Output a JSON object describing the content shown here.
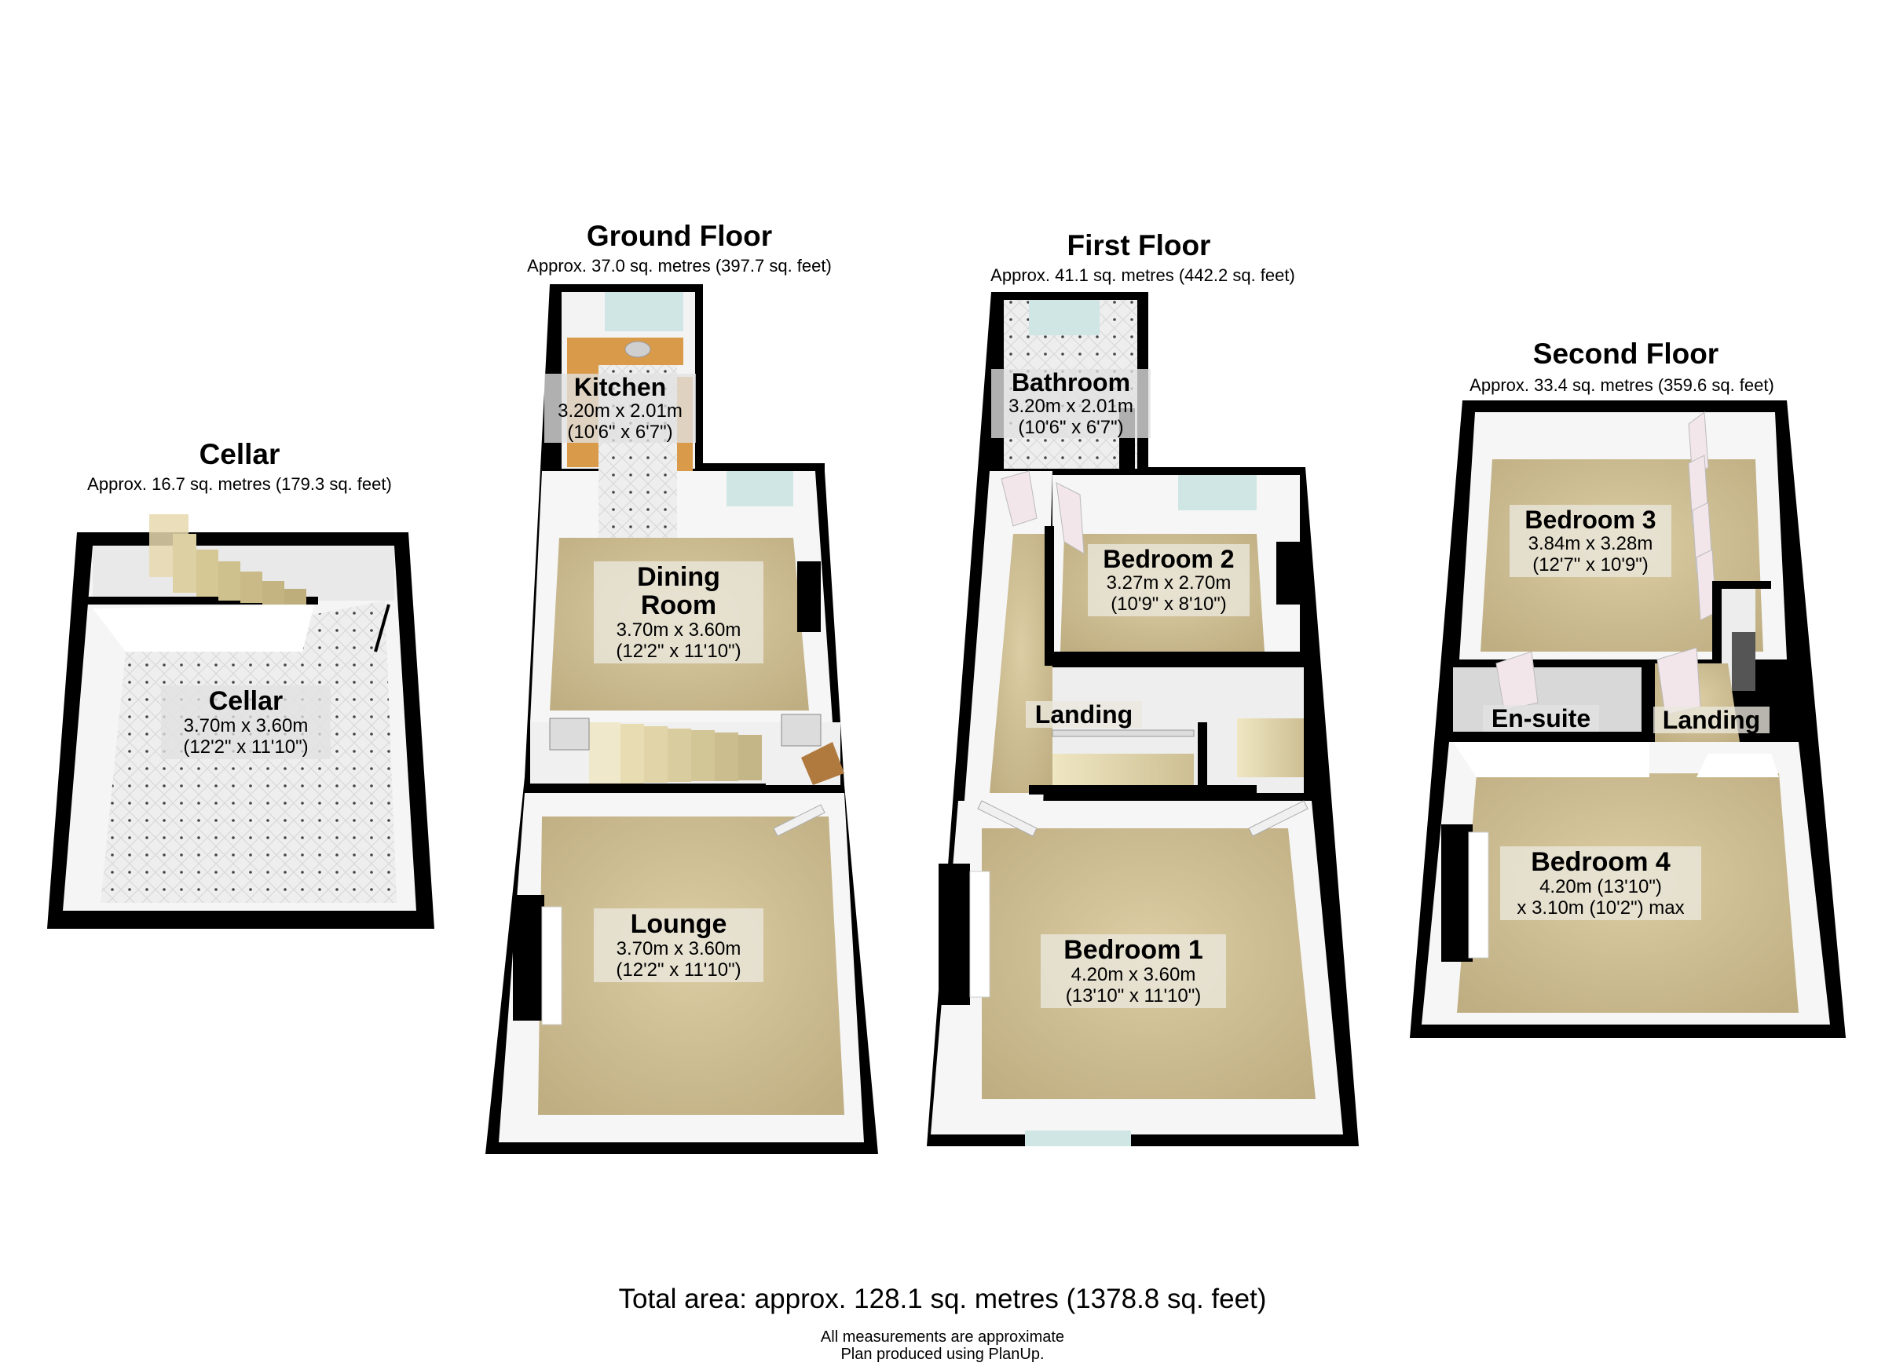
{
  "floors": {
    "cellar": {
      "title": "Cellar",
      "area": "Approx. 16.7 sq. metres (179.3 sq. feet)",
      "rooms": [
        {
          "name": "Cellar",
          "dim_metric": "3.70m x 3.60m",
          "dim_imperial": "(12'2\" x 11'10\")"
        }
      ]
    },
    "ground": {
      "title": "Ground Floor",
      "area": "Approx. 37.0 sq. metres (397.7 sq. feet)",
      "rooms": [
        {
          "name": "Kitchen",
          "dim_metric": "3.20m x 2.01m",
          "dim_imperial": "(10'6\" x 6'7\")"
        },
        {
          "name_line1": "Dining",
          "name_line2": "Room",
          "dim_metric": "3.70m x 3.60m",
          "dim_imperial": "(12'2\" x 11'10\")"
        },
        {
          "name": "Lounge",
          "dim_metric": "3.70m x 3.60m",
          "dim_imperial": "(12'2\" x 11'10\")"
        }
      ]
    },
    "first": {
      "title": "First Floor",
      "area": "Approx. 41.1 sq. metres (442.2 sq. feet)",
      "rooms": [
        {
          "name": "Bathroom",
          "dim_metric": "3.20m x 2.01m",
          "dim_imperial": "(10'6\" x 6'7\")"
        },
        {
          "name": "Bedroom 2",
          "dim_metric": "3.27m x 2.70m",
          "dim_imperial": "(10'9\" x 8'10\")"
        },
        {
          "name": "Landing"
        },
        {
          "name": "Bedroom 1",
          "dim_metric": "4.20m x 3.60m",
          "dim_imperial": "(13'10\" x 11'10\")"
        }
      ]
    },
    "second": {
      "title": "Second Floor",
      "area": "Approx. 33.4 sq. metres (359.6 sq. feet)",
      "rooms": [
        {
          "name": "Bedroom 3",
          "dim_metric": "3.84m x 3.28m",
          "dim_imperial": "(12'7\" x 10'9\")"
        },
        {
          "name": "En-suite"
        },
        {
          "name": "Landing"
        },
        {
          "name": "Bedroom 4",
          "dim_line1": "4.20m (13'10\")",
          "dim_line2": "x 3.10m (10'2\") max"
        }
      ]
    }
  },
  "footer": {
    "total_area": "Total area: approx. 128.1 sq. metres (1378.8 sq. feet)",
    "note1": "All measurements are approximate",
    "note2": "Plan produced using PlanUp."
  },
  "colors": {
    "wall": "#000000",
    "wall_face": "#f4f4f4",
    "carpet": "#c9b98f",
    "tile": "#e8e8e8",
    "kitchen_units": "#d99a4a",
    "window": "#cfe6e4",
    "stairs": "#e6d9ae",
    "door": "#f2e6ea"
  }
}
